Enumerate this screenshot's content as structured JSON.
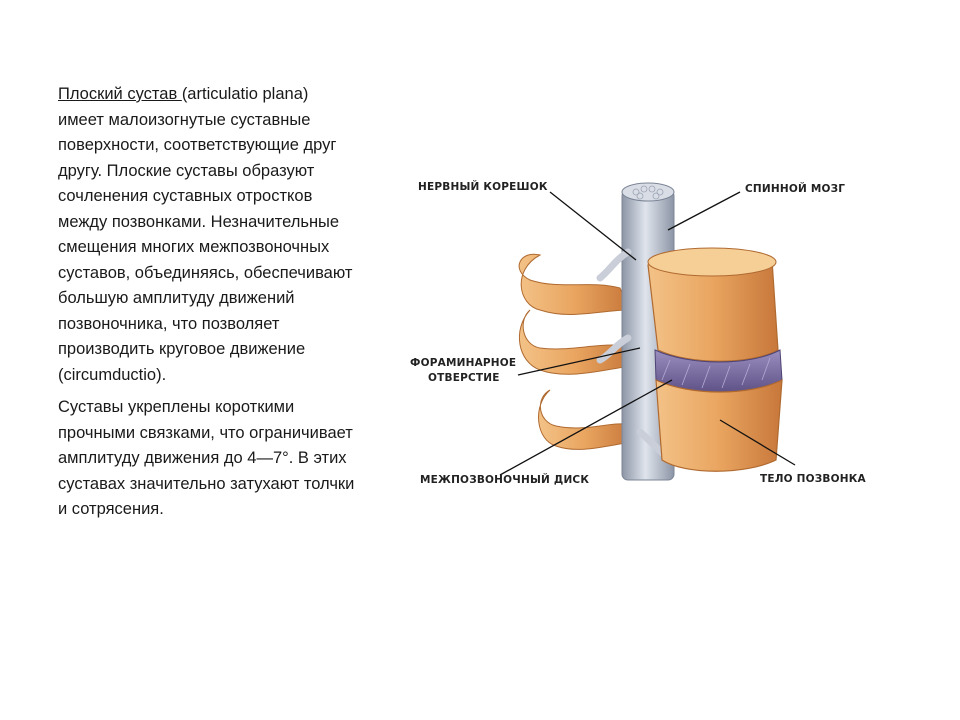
{
  "text": {
    "p1_term": "Плоский сустав ",
    "p1_rest": "(articulatio plana) имеет малоизогнутые суставные поверхности, соответствующие друг другу. Плоские суставы образуют сочленения суставных отростков между позвонками. Незначительные смещения многих межпозвоночных суставов, объединяясь, обеспечивают большую амплитуду движений позвоночника, что позволяет производить круговое движение (circumductio).",
    "p2": "Суставы укреплены короткими прочными связками, что ограничивает амплитуду движения до 4—7°. В этих суставах значительно затухают толчки и сотрясения."
  },
  "figure": {
    "labels": {
      "nerve_root": "НЕРВНЫЙ КОРЕШОК",
      "spinal_cord": "СПИННОЙ МОЗГ",
      "foramen_line1": "ФОРАМИНАРНОЕ",
      "foramen_line2": "ОТВЕРСТИЕ",
      "disc": "МЕЖПОЗВОНОЧНЫЙ ДИСК",
      "body": "ТЕЛО ПОЗВОНКА"
    },
    "colors": {
      "bone": "#e9a560",
      "bone_dark": "#c7773a",
      "bone_light": "#f6cf97",
      "disc": "#7d6fa3",
      "cord": "#b9c1cf",
      "cord_dark": "#8c95a6"
    }
  }
}
